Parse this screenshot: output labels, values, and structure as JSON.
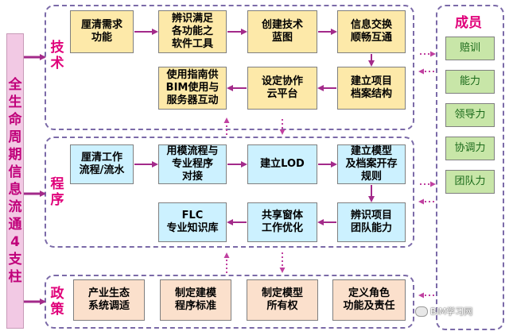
{
  "sidebar": {
    "text": "全生命周期信息流通4支柱"
  },
  "sections": {
    "tech": {
      "label": "技术"
    },
    "process": {
      "label": "程序"
    },
    "policy": {
      "label": "政策"
    }
  },
  "tech": {
    "row1": [
      "厘清需求\n功能",
      "辨识满足\n各功能之\n软件工具",
      "创建技术\n蓝图",
      "信息交换\n顺畅互通"
    ],
    "row2": [
      "使用指南供\nBIM使用与\n服务器互动",
      "设定协作\n云平台",
      "建立项目\n档案结构"
    ]
  },
  "process": {
    "row1": [
      "厘清工作\n流程/流水",
      "用模流程与\n专业程序\n对接",
      "建立LOD",
      "建立模型\n及档案开存\n规则"
    ],
    "row2": [
      "FLC\n专业知识库",
      "共享窗体\n工作优化",
      "辨识项目\n团队能力"
    ]
  },
  "policy": {
    "items": [
      "产业生态\n系统调适",
      "制定建模\n程序标准",
      "制定模型\n所有权",
      "定义角色\n功能及责任"
    ]
  },
  "members": {
    "title": "成员",
    "items": [
      "赔训",
      "能力",
      "领导力",
      "协调力",
      "团队力"
    ]
  },
  "watermark": {
    "text": "BIM学习网"
  },
  "colors": {
    "accent": "#e0007a",
    "arrow": "#a32a8a",
    "panel_border": "#7b6aa8"
  }
}
